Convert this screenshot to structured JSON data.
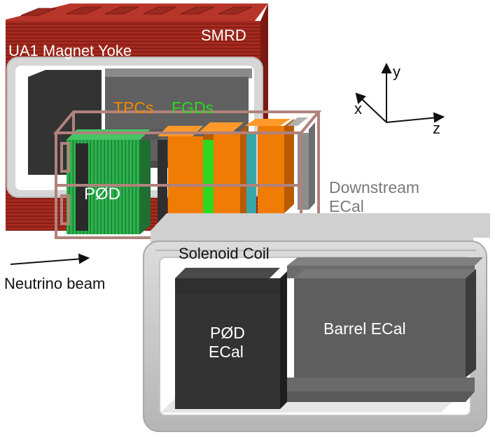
{
  "labels": {
    "smrd": "SMRD",
    "magnet_yoke": "UA1 Magnet Yoke",
    "tpcs": "TPCs",
    "fgds": "FGDs",
    "pod": "PØD",
    "downstream_line1": "Downstream",
    "downstream_line2": "ECal",
    "solenoid_coil": "Solenoid Coil",
    "neutrino_beam": "Neutrino beam",
    "pod_ecal_line1": "PØD",
    "pod_ecal_line2": "ECal",
    "barrel_ecal": "Barrel ECal"
  },
  "axes": {
    "x": "x",
    "y": "y",
    "z": "z"
  },
  "colors": {
    "yoke_red": "#a52a1f",
    "tpc_orange": "#ee7600",
    "fgd_green": "#2ed81e",
    "pod_green": "#2bb24c",
    "basket_pink": "#b0827c",
    "coil_grey": "#c9c9c9",
    "ecal_dark": "#3a3a3a",
    "ecal_grey": "#6a6a6a",
    "label_orange": "#f08a00",
    "label_green": "#2ed81e",
    "label_grey": "#7a7a7a"
  }
}
